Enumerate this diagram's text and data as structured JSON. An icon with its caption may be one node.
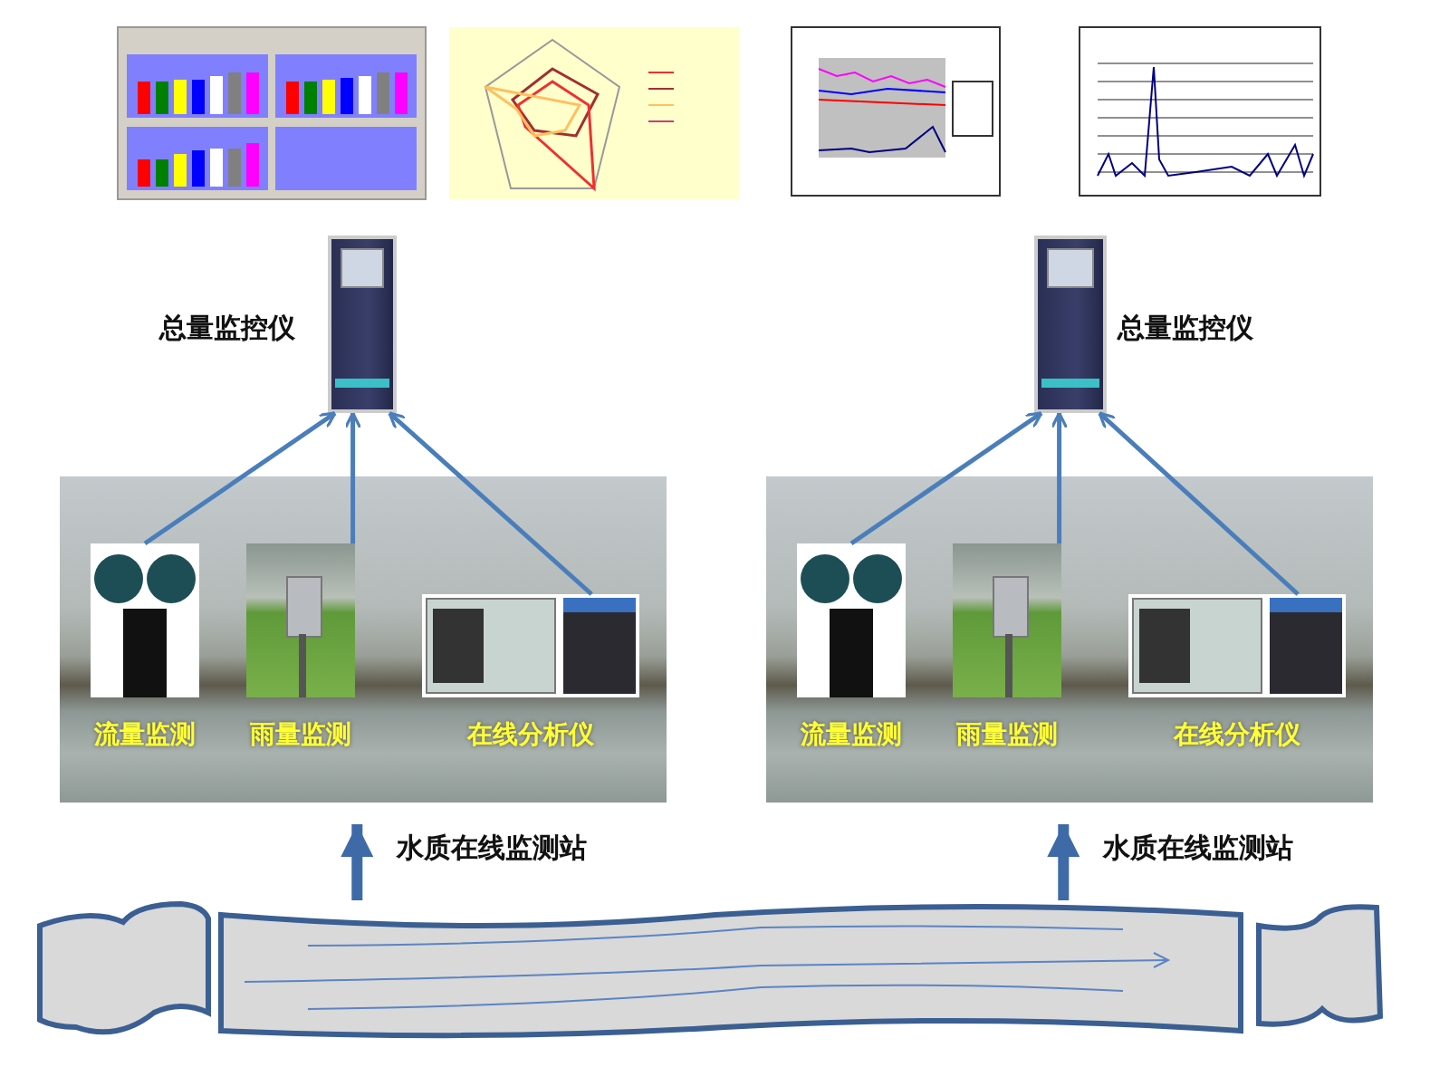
{
  "diagram": {
    "nodes": [
      {
        "text": [],
        "shape": "picture",
        "beside": [
          "总量监控仪"
        ]
      },
      {
        "text": [],
        "shape": "picture",
        "beside": [
          "总量监控仪"
        ]
      },
      {
        "text": [],
        "shape": "picture"
      },
      {
        "text": [
          "流量监测"
        ],
        "in": 2
      },
      {
        "text": [
          "雨量监测"
        ],
        "in": 2
      },
      {
        "text": [
          "在线分析仪"
        ],
        "in": 2
      },
      {
        "text": [],
        "shape": "picture"
      },
      {
        "text": [
          "流量监测"
        ],
        "in": 6
      },
      {
        "text": [
          "雨量监测"
        ],
        "in": 6
      },
      {
        "text": [
          "在线分析仪"
        ],
        "in": 6
      },
      {
        "text": [],
        "shape": "band"
      }
    ],
    "edges": [
      {
        "from": 3,
        "to": 0,
        "arrow": "to"
      },
      {
        "from": 4,
        "to": 0,
        "arrow": "to"
      },
      {
        "from": 5,
        "to": 0,
        "arrow": "to"
      },
      {
        "from": 7,
        "to": 1,
        "arrow": "to"
      },
      {
        "from": 8,
        "to": 1,
        "arrow": "to"
      },
      {
        "from": 9,
        "to": 1,
        "arrow": "to"
      },
      {
        "from": 10,
        "to": 2,
        "arrow": "to",
        "label": "水质在线监测站",
        "style": "thick",
        "color": "#3e6aa8"
      },
      {
        "from": 10,
        "to": 6,
        "arrow": "to",
        "label": "水质在线监测站",
        "style": "thick",
        "color": "#3e6aa8"
      }
    ]
  }
}
